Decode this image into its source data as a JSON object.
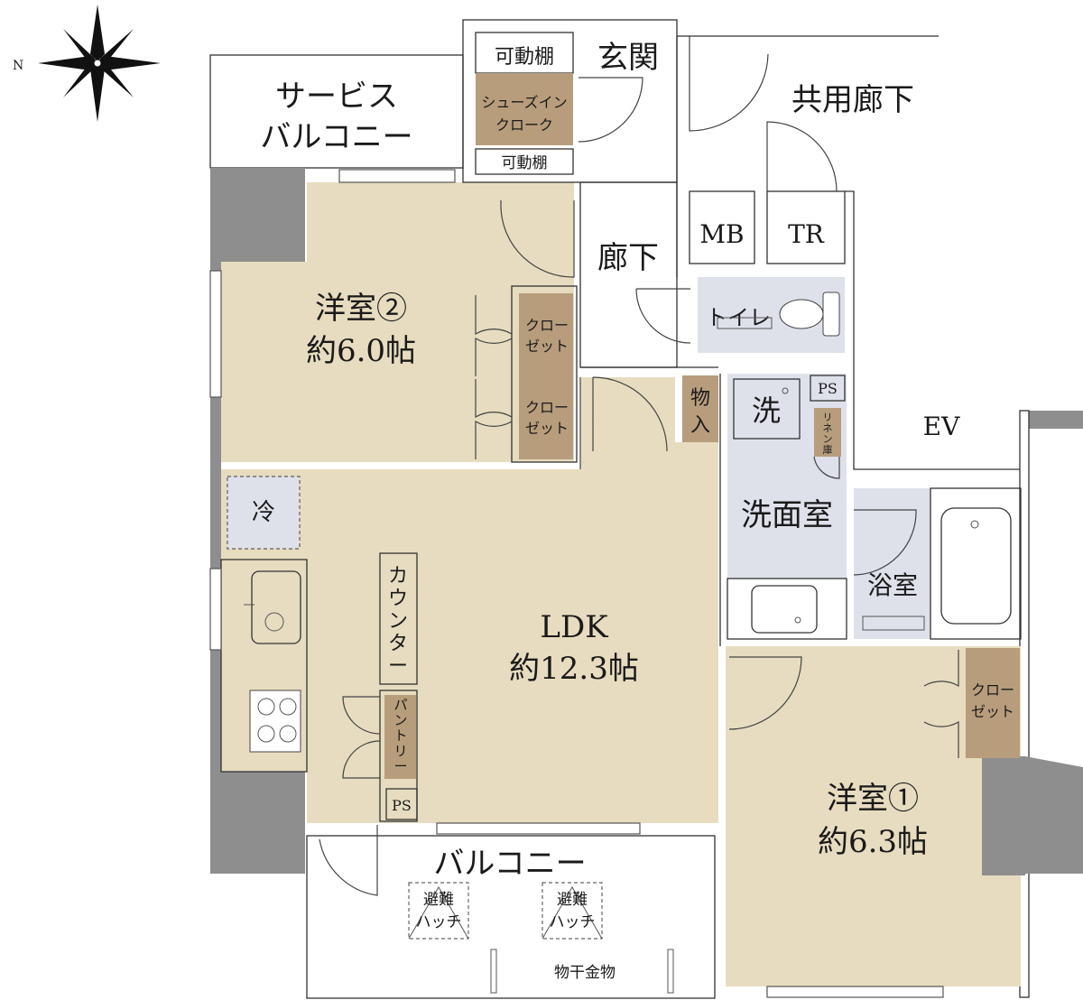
{
  "compass": {
    "north_label": "N",
    "icon": "compass-rose-icon"
  },
  "rooms": {
    "service_balcony": [
      "サービス",
      "バルコニー"
    ],
    "movable_shelf_top": "可動棚",
    "genkan": "玄関",
    "shoes_in_cloak": [
      "シューズイン",
      "クローク"
    ],
    "movable_shelf_bottom": "可動棚",
    "common_corridor": "共用廊下",
    "mb": "MB",
    "tr": "TR",
    "hallway": "廊下",
    "toilet": "トイレ",
    "western_room_2": {
      "name": "洋室②",
      "size": "約6.0帖"
    },
    "closet_a": [
      "クロー",
      "ゼット"
    ],
    "closet_b": [
      "クロー",
      "ゼット"
    ],
    "storage": [
      "物",
      "入"
    ],
    "washer": "洗",
    "ps_top": "PS",
    "linen": [
      "リ",
      "ネ",
      "ン",
      "庫"
    ],
    "ev": "EV",
    "fridge": "冷",
    "washroom": "洗面室",
    "bathroom": "浴室",
    "counter": [
      "カ",
      "ウ",
      "ン",
      "タ",
      "ー"
    ],
    "ldk": {
      "name": "LDK",
      "size": "約12.3帖"
    },
    "pantry": [
      "パ",
      "ン",
      "ト",
      "リ",
      "ー"
    ],
    "ps_bottom": "PS",
    "closet_c": [
      "クロー",
      "ゼット"
    ],
    "western_room_1": {
      "name": "洋室①",
      "size": "約6.3帖"
    },
    "balcony": "バルコニー",
    "hatch_1": [
      "避難",
      "ハッチ"
    ],
    "hatch_2": [
      "避難",
      "ハッチ"
    ],
    "drying_rack": "物干金物"
  },
  "colors": {
    "room_fill": "#e7dcbf",
    "wet_area_fill": "#dfe1ea",
    "closet_fill": "#b79d7c",
    "wall_fill": "#8e8e8e"
  }
}
